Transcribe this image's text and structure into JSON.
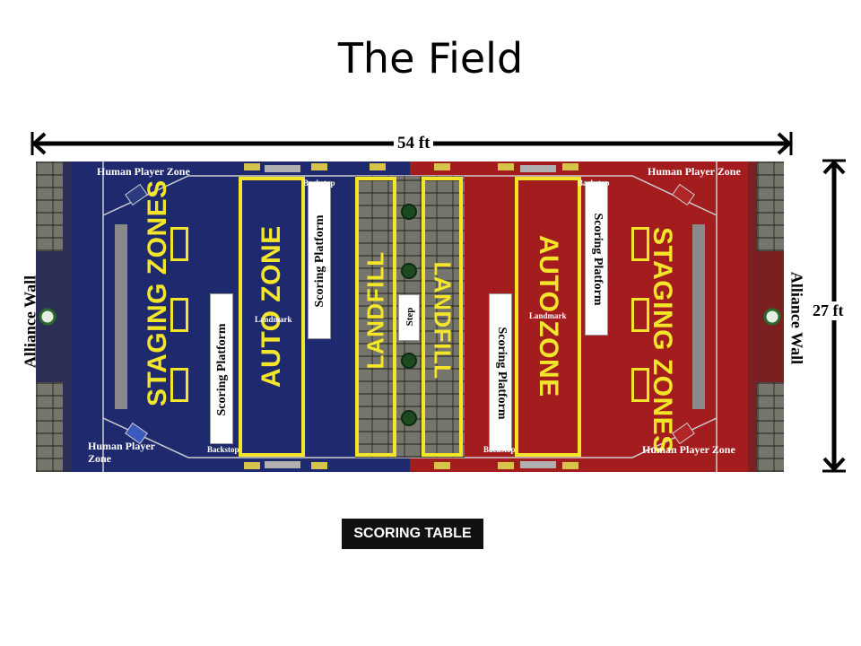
{
  "title": "The Field",
  "dimensions": {
    "length": "54 ft",
    "width": "27 ft"
  },
  "labels": {
    "alliance_wall": "Alliance Wall",
    "human_player_zone": "Human Player Zone",
    "staging_zones": "STAGING ZONES",
    "auto_zone": "AUTO ZONE",
    "auto_zone_red": "AUTO ZONE",
    "landfill": "LANDFILL",
    "step": "Step",
    "scoring_platform": "Scoring Platform",
    "backstop": "Backstop",
    "landmark": "Landmark",
    "scoring_table": "SCORING TABLE"
  },
  "colors": {
    "blue_alliance": "#1f2a6e",
    "red_alliance": "#a31d1f",
    "zone_outline": "#f3e52a"
  }
}
